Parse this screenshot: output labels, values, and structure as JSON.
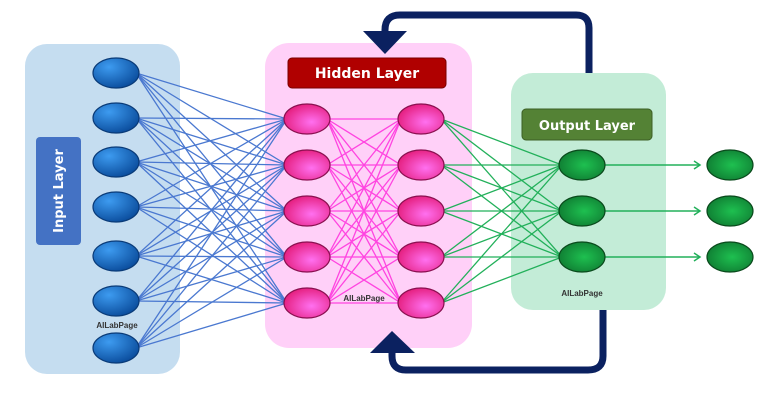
{
  "layers": {
    "input": {
      "label": "Input Layer",
      "nodes": 7,
      "color": "#1f6fc5",
      "panel": "#c5ddf0",
      "label_bg": "#4472c4"
    },
    "hidden": {
      "label": "Hidden Layer",
      "columns": 2,
      "nodes_per_column": 5,
      "color": "#f03aa8",
      "panel": "#ffd0f8",
      "label_bg": "#b00000"
    },
    "output": {
      "label": "Output Layer",
      "nodes": 3,
      "color": "#1a9a40",
      "panel": "#c3ecd7",
      "label_bg": "#548235"
    }
  },
  "watermarks": [
    "AILabPage",
    "AILabPage",
    "AILabPage"
  ],
  "edge_colors": {
    "input_hidden": "#4a78d0",
    "hidden_hidden": "#ff44e0",
    "hidden_output": "#22b05a"
  },
  "feedback_arrow_color": "#0b2160"
}
